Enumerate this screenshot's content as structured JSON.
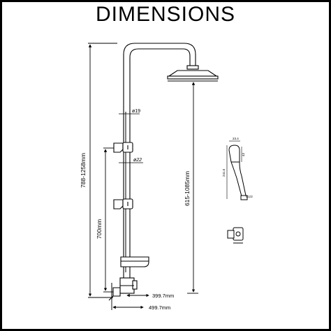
{
  "title": "DIMENSIONS",
  "dimensions": {
    "overall_height": "788-1258mm",
    "bracket_spacing": "700mm",
    "adjustable_height": "615-1085mm",
    "riser_diameter": "ø19",
    "slide_diameter": "ø22",
    "arm_depth": "399.7mm",
    "overall_depth": "499.7mm"
  },
  "handset_dims": {
    "head_width": "23.4",
    "head_length": "43",
    "handle_length": "241.5",
    "hose_connector": "G1/2"
  },
  "colors": {
    "line": "#000000",
    "background": "#ffffff"
  }
}
